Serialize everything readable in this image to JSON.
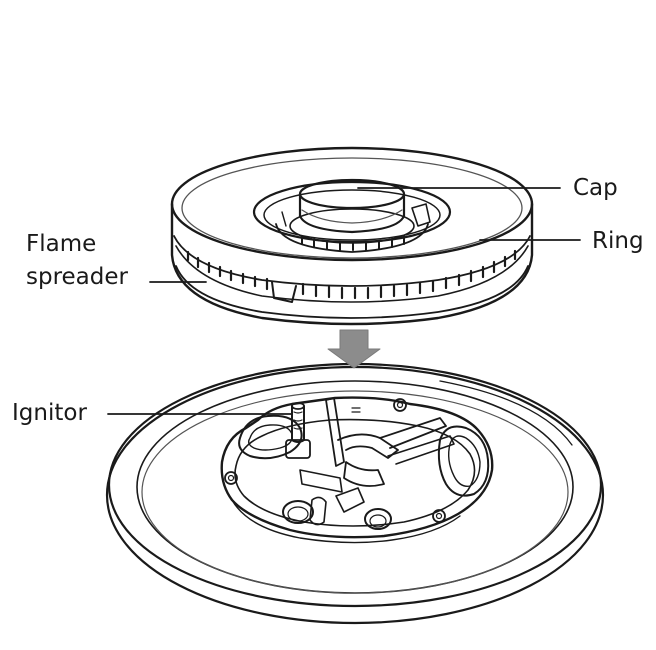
{
  "labels": {
    "cap": "Cap",
    "ring": "Ring",
    "flame_spreader_line1": "Flame",
    "flame_spreader_line2": "spreader",
    "ignitor": "Ignitor"
  },
  "colors": {
    "line": "#1a1a1a",
    "light_line": "#555555",
    "arrow": "#8c8c8c",
    "background": "#ffffff"
  },
  "icons": {
    "arrow": "down-arrow-icon"
  }
}
